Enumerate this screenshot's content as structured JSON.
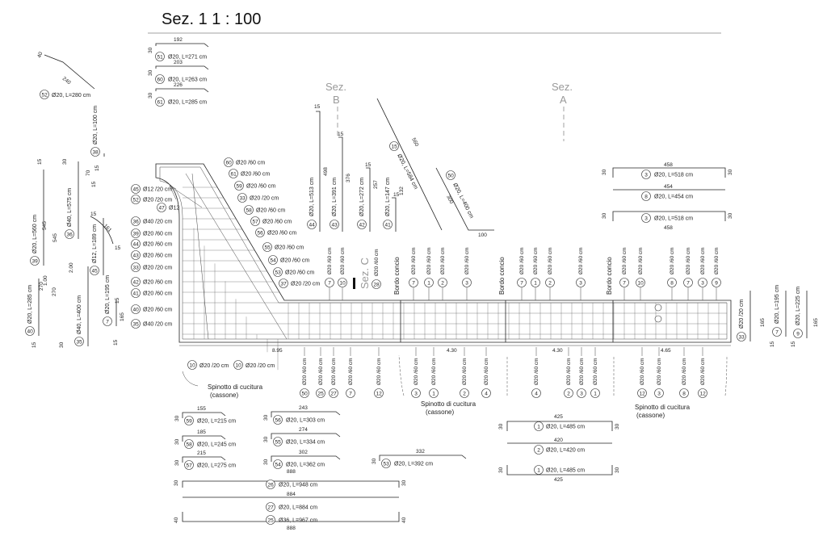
{
  "title": "Sez. 1   1 : 100",
  "section_marks": {
    "b_top": "Sez.",
    "b_bot": "B",
    "a_top": "Sez.",
    "a_bot": "A",
    "c": "Sez. C"
  },
  "bordo_labels": [
    "Bordo concio",
    "Bordo concio",
    "Bordo concio"
  ],
  "spinotto": [
    "Spinotto di cucitura",
    "(cassone)"
  ],
  "base_dims": [
    "8.95",
    "4.30",
    "4.30",
    "4.65"
  ],
  "top_bars": [
    {
      "num": "51",
      "text": "Ø20,  L=271 cm",
      "len": "192",
      "hook": "30"
    },
    {
      "num": "60",
      "text": "Ø20,  L=263 cm",
      "len": "203",
      "hook": "30"
    },
    {
      "num": "61",
      "text": "Ø20,  L=285 cm",
      "len": "226",
      "hook": "30"
    }
  ],
  "bar52": {
    "num": "52",
    "text": "Ø20,  L=280 cm",
    "len": "240",
    "hook": "40"
  },
  "right_sched": [
    {
      "num": "3",
      "text": "Ø20,  L=518 cm",
      "len": "458",
      "hook": "30"
    },
    {
      "num": "8",
      "text": "Ø20,  L=454 cm",
      "len": "454",
      "hook": ""
    },
    {
      "num": "3",
      "text": "Ø20,  L=518 cm",
      "len": "458",
      "hook": "30"
    }
  ],
  "left_labels": [
    {
      "num": "45",
      "text": "Ø12 /20 cm"
    },
    {
      "num": "52",
      "text": "Ø20 /20 cm"
    },
    {
      "num": "47",
      "text": "Ø12"
    },
    {
      "num": "36",
      "text": "Ø40 /20 cm"
    },
    {
      "num": "39",
      "text": "Ø20 /60 cm"
    },
    {
      "num": "44",
      "text": "Ø20 /60 cm"
    },
    {
      "num": "43",
      "text": "Ø20 /60 cm"
    },
    {
      "num": "33",
      "text": "Ø20 /20 cm"
    },
    {
      "num": "42",
      "text": "Ø20 /60 cm"
    },
    {
      "num": "41",
      "text": "Ø20 /60 cm"
    },
    {
      "num": "40",
      "text": "Ø20 /60 cm"
    },
    {
      "num": "35",
      "text": "Ø40 /20 cm"
    }
  ],
  "mid_labels": [
    {
      "num": "60",
      "text": "Ø20 /60 cm"
    },
    {
      "num": "61",
      "text": "Ø20 /60 cm"
    },
    {
      "num": "59",
      "text": "Ø20 /60 cm"
    },
    {
      "num": "33",
      "text": "Ø20 /20 cm"
    },
    {
      "num": "58",
      "text": "Ø20 /60 cm"
    },
    {
      "num": "57",
      "text": "Ø20 /60 cm"
    },
    {
      "num": "56",
      "text": "Ø20 /60 cm"
    },
    {
      "num": "55",
      "text": "Ø20 /60 cm"
    },
    {
      "num": "54",
      "text": "Ø20 /60 cm"
    },
    {
      "num": "53",
      "text": "Ø20 /60 cm"
    },
    {
      "num": "37",
      "text": "Ø20 /20 cm"
    }
  ],
  "bottom_left": [
    {
      "num": "10",
      "text": "Ø20 /20 cm"
    },
    {
      "num": "10",
      "text": "Ø20 /20 cm"
    }
  ],
  "bottom_sched": [
    {
      "num": "59",
      "text": "Ø20,  L=215 cm",
      "len": "155"
    },
    {
      "num": "58",
      "text": "Ø20,  L=245 cm",
      "len": "185"
    },
    {
      "num": "57",
      "text": "Ø20,  L=275 cm",
      "len": "215"
    },
    {
      "num": "56",
      "text": "Ø20,  L=303 cm",
      "len": "243"
    },
    {
      "num": "55",
      "text": "Ø20,  L=334 cm",
      "len": "274"
    },
    {
      "num": "54",
      "text": "Ø20,  L=362 cm",
      "len": "302"
    },
    {
      "num": "53",
      "text": "Ø20,  L=392 cm",
      "len": "332"
    }
  ],
  "long_bars": [
    {
      "num": "26",
      "text": "Ø20,  L=948 cm",
      "len": "888"
    },
    {
      "num": "27",
      "text": "Ø20,  L=884 cm",
      "len": "884"
    },
    {
      "num": "25",
      "text": "Ø36,  L=967 cm",
      "len": "888"
    }
  ],
  "right_bottom": [
    {
      "num": "1",
      "text": "Ø20,  L=485 cm",
      "len": "425"
    },
    {
      "num": "2",
      "text": "Ø20,  L=420 cm",
      "len": "420"
    },
    {
      "num": "1",
      "text": "Ø20,  L=485 cm",
      "len": "425"
    }
  ],
  "vert_bars": [
    {
      "num": "44",
      "text": "Ø20,  L=513 cm",
      "len": "498"
    },
    {
      "num": "43",
      "text": "Ø20,  L=391 cm",
      "len": "376"
    },
    {
      "num": "42",
      "text": "Ø20,  L=272 cm",
      "len": "257"
    },
    {
      "num": "41",
      "text": "Ø20,  L=147 cm",
      "len": "132"
    }
  ],
  "diag_bars": [
    {
      "num": "15",
      "text": "Ø20,  L=584 cm",
      "len": "560"
    },
    {
      "num": "50",
      "text": "Ø20,  L=400 cm",
      "len": "300",
      "hook": "100"
    }
  ],
  "left_vert": [
    {
      "num": "38",
      "text": "Ø20,  L=100 cm"
    },
    {
      "num": "39",
      "text": "Ø20,  L=560 cm"
    },
    {
      "num": "36",
      "text": "Ø40,  L=575 cm"
    },
    {
      "num": "45",
      "text": "Ø12,  L=189 cm"
    },
    {
      "num": "40",
      "text": "Ø20,  L=285 cm"
    },
    {
      "num": "35",
      "text": "Ø40,  L=400 cm"
    },
    {
      "num": "7",
      "text": "Ø20,  L=195 cm"
    }
  ],
  "right_vert": [
    {
      "num": "33",
      "text": "Ø20 /20 cm"
    },
    {
      "num": "7",
      "text": "Ø20,  L=195 cm"
    },
    {
      "num": "9",
      "text": "Ø20,  L=225 cm"
    }
  ]
}
